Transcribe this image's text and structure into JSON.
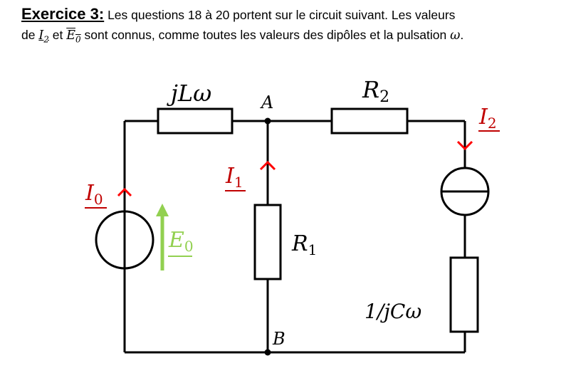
{
  "intro": {
    "exercise": "Exercice 3:",
    "line1_rest": " Les questions 18 à 20 portent sur le circuit suivant. Les valeurs",
    "line2_de": "de ",
    "i2_var": "I",
    "i2_sub": "2",
    "line2_et": " et ",
    "e0_var": "E",
    "e0_sub": "0",
    "line2_rest": " sont connus, comme toutes les valeurs des dipôles et la pulsation ",
    "omega": "ω",
    "period": "."
  },
  "circuit": {
    "label_jlw": "jLω",
    "label_a": "A",
    "label_r2_main": "R",
    "label_r2_sub": "2",
    "label_i2_main": "I",
    "label_i2_sub": "2",
    "label_i0_main": "I",
    "label_i0_sub": "0",
    "label_i1_main": "I",
    "label_i1_sub": "1",
    "label_e0_main": "E",
    "label_e0_sub": "0",
    "label_r1_main": "R",
    "label_r1_sub": "1",
    "label_cap": "1/jCω",
    "label_b": "B"
  },
  "colors": {
    "wire": "#000000",
    "current_arrow": "#ff0000",
    "current_label": "#c00000",
    "voltage_arrow": "#92d050"
  }
}
